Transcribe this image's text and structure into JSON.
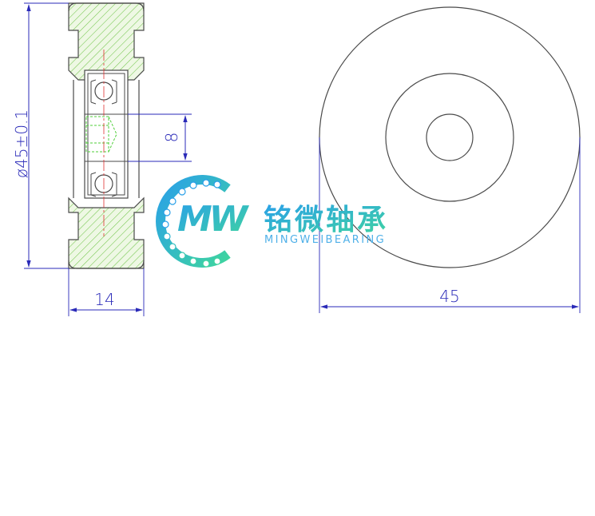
{
  "dimensions": {
    "diameter_label": "ø45±0.1",
    "bore_label": "8",
    "width_label": "14",
    "outer_diameter_label": "45"
  },
  "brand": {
    "logo_letters": "MW",
    "name_cn": "铭微轴承",
    "name_en": "MINGWEIBEARING"
  },
  "colors": {
    "outline": "#4a4a4a",
    "dimension": "#2a2ab8",
    "hatch": "#74c64e",
    "fill_green": "#eef8e4",
    "centerline": "#e03030",
    "bore_dashed": "#4fcf3a",
    "brand_gradient_start": "#2aa0e8",
    "brand_gradient_end": "#3fd4a0"
  }
}
